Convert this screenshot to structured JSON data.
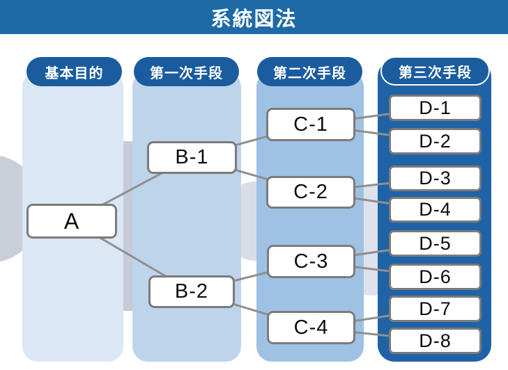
{
  "title": "系統図法",
  "columns": [
    {
      "id": "level-0",
      "header": "基本目的"
    },
    {
      "id": "level-1",
      "header": "第一次手段"
    },
    {
      "id": "level-2",
      "header": "第二次手段"
    },
    {
      "id": "level-3",
      "header": "第三次手段"
    }
  ],
  "nodes": {
    "a": "A",
    "b1": "B-1",
    "b2": "B-2",
    "c1": "C-1",
    "c2": "C-2",
    "c3": "C-3",
    "c4": "C-4",
    "d1": "D-1",
    "d2": "D-2",
    "d3": "D-3",
    "d4": "D-4",
    "d5": "D-5",
    "d6": "D-6",
    "d7": "D-7",
    "d8": "D-8"
  },
  "edges": [
    [
      "A",
      "B-1"
    ],
    [
      "A",
      "B-2"
    ],
    [
      "B-1",
      "C-1"
    ],
    [
      "B-1",
      "C-2"
    ],
    [
      "B-2",
      "C-3"
    ],
    [
      "B-2",
      "C-4"
    ],
    [
      "C-1",
      "D-1"
    ],
    [
      "C-1",
      "D-2"
    ],
    [
      "C-2",
      "D-3"
    ],
    [
      "C-2",
      "D-4"
    ],
    [
      "C-3",
      "D-5"
    ],
    [
      "C-3",
      "D-6"
    ],
    [
      "C-4",
      "D-7"
    ],
    [
      "C-4",
      "D-8"
    ]
  ],
  "colors": {
    "header_bar": "#1e6aa7",
    "pill": "#1a5c9e",
    "column_1": "#dbe7f4",
    "column_2": "#bed4eb",
    "column_3": "#9fc2e4",
    "column_4": "#1f63a6",
    "node_border": "#7b7b7b",
    "connector": "#8f8f8f"
  }
}
